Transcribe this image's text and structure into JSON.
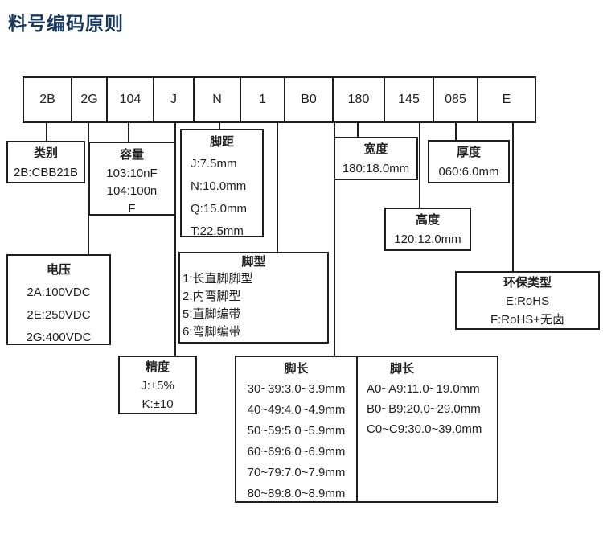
{
  "page_title": "料号编码原则",
  "colors": {
    "title": "#17375D",
    "line": "#1f1f1f"
  },
  "code_row": [
    "2B",
    "2G",
    "104",
    "J",
    "N",
    "1",
    "B0",
    "180",
    "145",
    "085",
    "E"
  ],
  "boxes": {
    "category": {
      "title": "类别",
      "lines": [
        "2B:CBB21B"
      ]
    },
    "capacity": {
      "title": "容量",
      "lines": [
        "103:10nF",
        "104:100n",
        "F"
      ]
    },
    "pitch": {
      "title": "脚距",
      "lines": [
        "J:7.5mm",
        "N:10.0mm",
        "Q:15.0mm",
        "T:22.5mm"
      ]
    },
    "width": {
      "title": "宽度",
      "lines": [
        "180:18.0mm"
      ]
    },
    "thickness": {
      "title": "厚度",
      "lines": [
        "060:6.0mm"
      ]
    },
    "height": {
      "title": "高度",
      "lines": [
        "120:12.0mm"
      ]
    },
    "voltage": {
      "title": "电压",
      "lines": [
        "2A:100VDC",
        "2E:250VDC",
        "2G:400VDC"
      ]
    },
    "pin_type": {
      "title": "脚型",
      "lines": [
        "1:长直脚脚型",
        "2:内弯脚型",
        "5:直脚编带",
        "6:弯脚编带"
      ]
    },
    "eco_type": {
      "title": "环保类型",
      "lines": [
        "E:RoHS",
        "F:RoHS+无卤"
      ]
    },
    "precision": {
      "title": "精度",
      "lines": [
        "J:±5%",
        "K:±10"
      ]
    },
    "pin_length_small": {
      "title": "脚长",
      "lines": [
        "30~39:3.0~3.9mm",
        "40~49:4.0~4.9mm",
        "50~59:5.0~5.9mm",
        "60~69:6.0~6.9mm",
        "70~79:7.0~7.9mm",
        "80~89:8.0~8.9mm"
      ]
    },
    "pin_length_large": {
      "title": "脚长",
      "lines": [
        "A0~A9:11.0~19.0mm",
        "B0~B9:20.0~29.0mm",
        "C0~C9:30.0~39.0mm"
      ]
    }
  }
}
